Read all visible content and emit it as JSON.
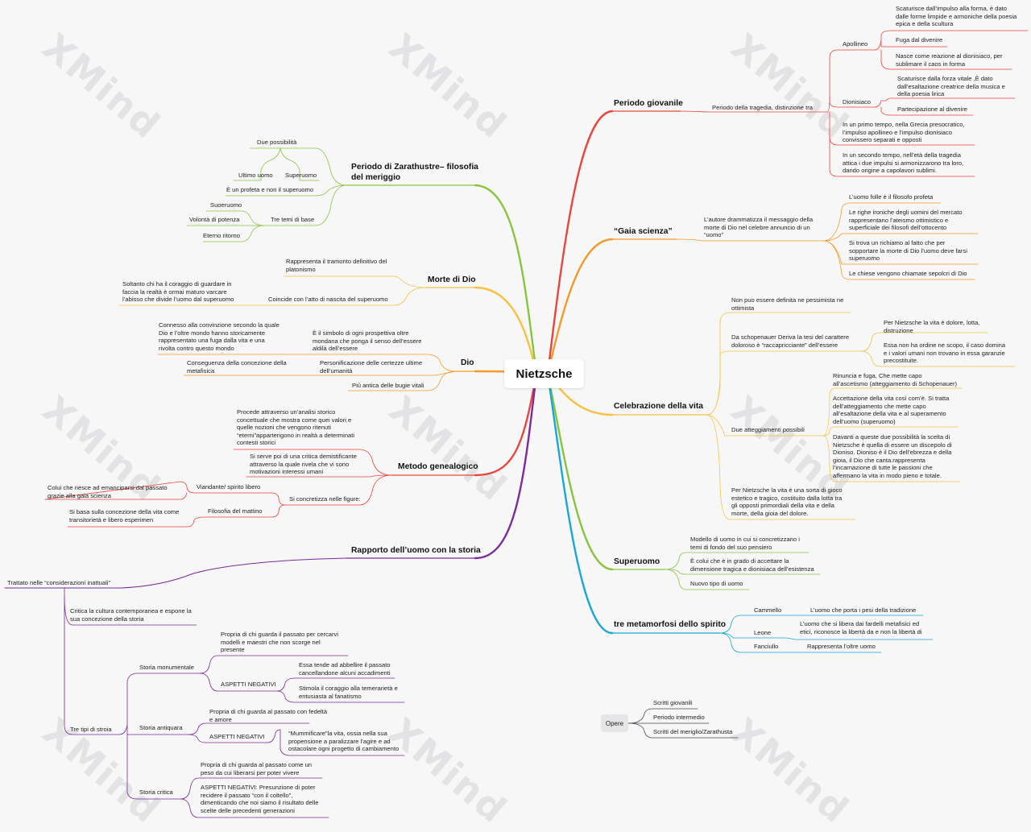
{
  "watermark": "XMind",
  "root": "Nietzsche",
  "branches": {
    "periodo_giovanile": {
      "title": "Periodo giovanile",
      "sub": "Periodo della tragedia, distinzione tra",
      "apollineo": "Apollineo",
      "apollineo_items": [
        "Scaturisce dall’impulso alla forma, è dato\ndalle forme limpide e armoniche della poesia\nepica e della scultura",
        "Fuga dal divenire",
        "Nasce come reazione al dionisiaco, per\nsublimare il caos in forma"
      ],
      "dionisiaco": "Dionisiaco",
      "dionisiaco_items": [
        "Scaturisce dalla forza vitale ,È dato\ndall’esaltazione creatrice della musica e\ndella poesia lirica",
        "Partecipazione al divenire"
      ],
      "notes": [
        "In un primo tempo, nella Grecia presocratico,\nl’impulso apollineo e l’impulso dionisiaco\nconvissero separati e opposti",
        "In un secondo tempo, nell’età della tragedia\nattica i due impulsi si armonizzarono tra loro,\ndando origine a capolavori sublimi."
      ]
    },
    "gaia_scienza": {
      "title": "“Gaia scienza”",
      "sub": "L’autore drammatizza il messaggio della\nmorte di Dio nel celebre annuncio di un\n“uomo”",
      "items": [
        "L’uomo folle è il filosofo profeta",
        "Le righe ironiche degli uomini del mercato\nrappresentano l’ateismo ottimistico e\nsuperficiale dei filosofi dell’ottocento",
        "Si trova un richiamo al fatto che per\nsopportare la morte di Dio l’uomo deve farsi\nsuperuomo",
        "Le chiese vengono chiamate sepolcri di Dio"
      ]
    },
    "celebrazione": {
      "title": "Celebrazione della vita",
      "item1": "Non puo essere definita ne pessimista ne\nottimista",
      "item2": "Da schopenauer Deriva la tesi del carattere\ndoloroso è “raccapricciante” dell’essere",
      "item2_subs": [
        "Per Nietzsche la vita è dolore, lotta,\ndistruzione",
        "Essa non ha ordine ne scopo, il caso domina\ne i valori umani non trovano in essa garanzie\nprecostituite."
      ],
      "item3": "Due atteggiamenti possibili",
      "item3_subs": [
        "Rinuncia e fuga,  Che mette capo\nall’ascetismo (atteggiamento di Schopenauer)",
        "Accettazione della vita così com’è. Si tratta\ndell’atteggiamento che mette capo\nall’esaltazione della vita e al superamento\ndell’uomo (superuomo)",
        "Davanti a queste due possibilità la scelta di\nNietzsche è quella di essere un discepolo di\nDioniso. Dioniso è il Dio dell’ebrezza e della\ngioia, il Dio che canta.rappresenta\nl’incarnazione di tutte le passioni che\naffermano la vita in modo pieno e totale."
      ],
      "item4": "Per Nietzsche la vita è una sorta di gioco\nestetico e tragico, costituito dalla lotta tra\ngli opposti primordiali della vita e della\nmorte, della gioia del dolore."
    },
    "superuomo": {
      "title": "Superuomo",
      "items": [
        "Modello di uomo in cui si concretizzano i\ntemi di fondo del suo pensiero",
        "È colui che è in grado di accettare la\ndimensione tragica e dionisiaca dell’esistenza",
        "Nuovo tipo di uomo"
      ]
    },
    "metamorfosi": {
      "title": "tre metamorfosi dello spirito",
      "labels": [
        "Cammello",
        "Leone",
        "Fanciullo"
      ],
      "descs": [
        "L’uomo che porta i pesi della tradizione",
        "L’uomo che si libera dai fardelli metafisici ed\netici, riconosce la libertà da e non la libertà di",
        "Rappresenta l’oltre uomo"
      ]
    },
    "opere": {
      "title": "Opere",
      "items": [
        "Scritti giovanili",
        "Periodo intermedio",
        "Scritti del meriglio/Zarathusta"
      ]
    },
    "zarathustra": {
      "title": "Periodo di Zarathustre– filosofia\ndel meriggio",
      "due_possibilita": "Due possibilità",
      "ultimo_uomo": "Ultimo uomo",
      "superuomo": "Superuomo",
      "profeta": "È un profeta e non il superuomo",
      "tre_temi": "Tre temi di base",
      "temi": [
        "Suoeruomo",
        "Volontà di potenza",
        "Eterno ritorno"
      ]
    },
    "morte_di_dio": {
      "title": "Morte di Dio",
      "item1": "Rappresenta il tramonto definitivo del\nplatonismo",
      "item2": "Coincide con l’atto di nascita del superuomo",
      "item2_sub": "Soltanto chi ha il coraggio di guardare in\nfaccia la realtà è ormai maturo varcare\nl’abisso che divide l’uomo dal superuomo"
    },
    "dio": {
      "title": "Dio",
      "item1": "È il simbolo di ogni prospettiva oltre\nmondana che ponga il senso dell’essere\naldilà dell’essere",
      "item1_sub": "Connesso alla convinzione secondo la quale\nDio e l’oltre mondo hanno storicamente\nrappresentato una fuga dalla vita e una\nrivolta contro questo mondo",
      "item2": "Personificazione delle certezze ultime\ndell’umanità",
      "item2_sub": "Conseguenza della concezione della\nmetafisica",
      "item3": "Più antica delle bugie vitali"
    },
    "metodo": {
      "title": "Metodo genealogico",
      "item1": "Procede attraverso un’analisi storico\nconcettuale che mostra come quei valori e\nquelle nozioni che vengono ritenuti\n“eterni”appartengono in realtà a determinati\ncontesti storici",
      "item2": "Si serve poi di una critica demistificante\nattraverso la quale rivela che vi sono\nmotivazioni interessi umani",
      "item3": "Si concretizza nelle figure:",
      "figure": [
        "Viandante/ spirito libero",
        "Filosofia del mattino"
      ],
      "figure_descs": [
        "Colui che riesce ad emanciparsi dal passato\ngrazie alla gaia scienza",
        "Si basa sulla concezione della vita come\ntransitorietà e libero esperimen"
      ]
    },
    "storia": {
      "title": "Rapporto dell’uomo con la storia",
      "trattato": "Trattato nelle “considerazioni inattuali”",
      "critica": "Critica la cultura contemporanea e espone la\nsua concezione della storia",
      "tre_tipi": "Tre tipi di stroia",
      "monumentale": "Storia monumentale",
      "monumentale_desc": "Propria di chi guarda il passato per cercarvi\nmodelli e maestri che non scorge nel\npresente",
      "aspetti_negativi": "ASPETTI NEGATIVI",
      "monumentale_neg": [
        "Essa tende ad abbellire il passato\ncancellandone alcuni accadimenti",
        "Stimola il coraggio alla temerarietà e\nentusiasta al fanatismo"
      ],
      "antiquaria": "Storia antiquara",
      "antiquaria_desc": "Propria di chi guarda al passato con fedeltà\ne amore",
      "antiquaria_neg": "“Mummificare”la vita, ossia nella sua\npropensione a paralizzare l’agire e ad\nostacolare ogni progetto di cambiamento",
      "critica_tipo": "Storia critica",
      "critica_desc": "Propria di chi guarda al passato come un\npeso da cui liberarsi per poter vivere",
      "critica_neg": "ASPETTI NEGATIVI: Presunzione di poter\nrecidere il passato “con il coltello”,\ndimenticando che noi siamo il risultato delle\nscelte delle precedenti generazioni"
    }
  },
  "colors": {
    "periodo_giovanile": "#e8453c",
    "gaia_scienza": "#f39a2b",
    "celebrazione": "#f5c242",
    "superuomo": "#8ac43f",
    "metamorfosi": "#1aa6d6",
    "opere": "#4a4a52",
    "zarathustra": "#8ac43f",
    "morte_di_dio": "#f5c242",
    "dio": "#f39a2b",
    "metodo": "#e8453c",
    "storia": "#7d2a9a"
  }
}
